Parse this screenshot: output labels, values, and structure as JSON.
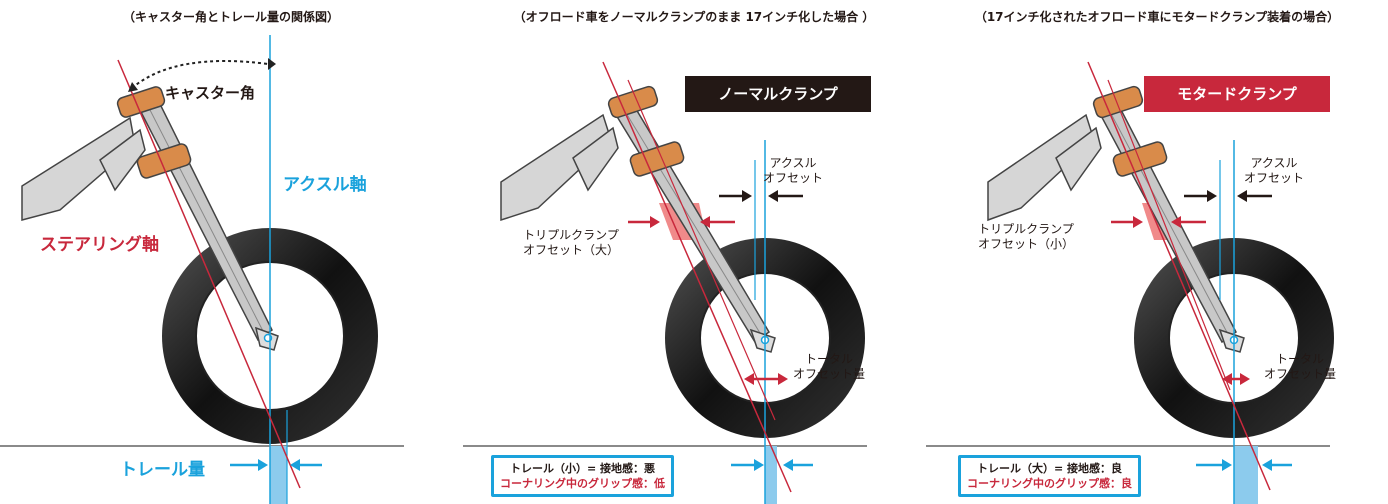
{
  "panels": [
    {
      "title": "（キャスター角とトレール量の関係図）",
      "labels": {
        "caster_angle": "キャスター角",
        "axle_axis": "アクスル軸",
        "steering_axis": "ステアリング軸",
        "trail_amount": "トレール量"
      }
    },
    {
      "title": "（オフロード車をノーマルクランプのまま 17インチ化した場合 ）",
      "tag": "ノーマルクランプ",
      "labels": {
        "axle_offset_1": "アクスル",
        "axle_offset_2": "オフセット",
        "triple_clamp_1": "トリプルクランプ",
        "triple_clamp_2": "オフセット（大）",
        "total_offset_1": "トータル",
        "total_offset_2": "オフセット量"
      },
      "trail_box": {
        "line1": "トレール（小）= 接地感：悪",
        "line2": "コーナリング中のグリップ感：低"
      }
    },
    {
      "title": "（17インチ化されたオフロード車にモタードクランプ装着の場合）",
      "tag": "モタードクランプ",
      "labels": {
        "axle_offset_1": "アクスル",
        "axle_offset_2": "オフセット",
        "triple_clamp_1": "トリプルクランプ",
        "triple_clamp_2": "オフセット（小）",
        "total_offset_1": "トータル",
        "total_offset_2": "オフセット量"
      },
      "trail_box": {
        "line1": "トレール（大）= 接地感：良",
        "line2": "コーナリング中のグリップ感：良"
      }
    }
  ],
  "colors": {
    "blue": "#1aa2dc",
    "red": "#c8283c",
    "black": "#231815",
    "orange": "#d98b4a",
    "pink": "#f08a8a"
  }
}
